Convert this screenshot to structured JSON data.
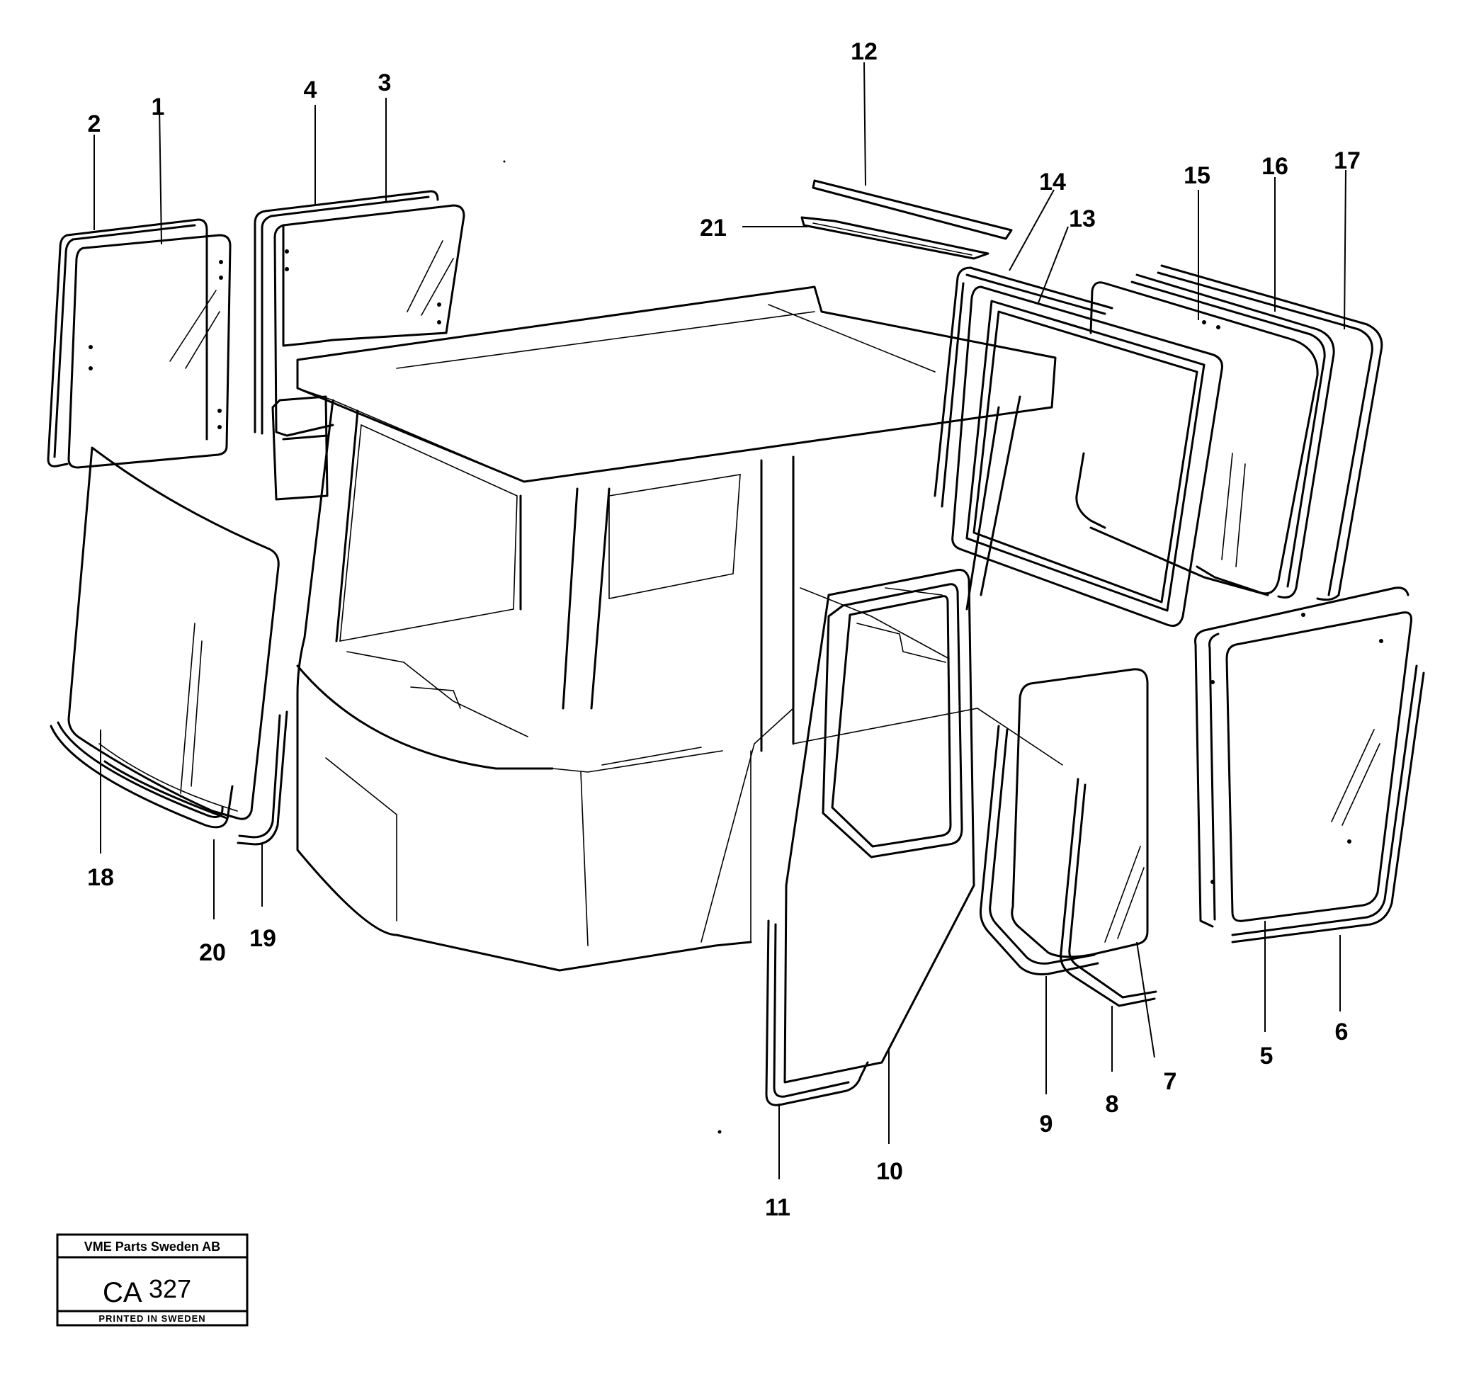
{
  "callouts": [
    "1",
    "2",
    "3",
    "4",
    "5",
    "6",
    "7",
    "8",
    "9",
    "10",
    "11",
    "12",
    "13",
    "14",
    "15",
    "16",
    "17",
    "18",
    "19",
    "20",
    "21"
  ],
  "title_block": {
    "company": "VME Parts Sweden AB",
    "code_prefix": "CA",
    "code_number": "327",
    "printed": "PRINTED IN SWEDEN"
  }
}
